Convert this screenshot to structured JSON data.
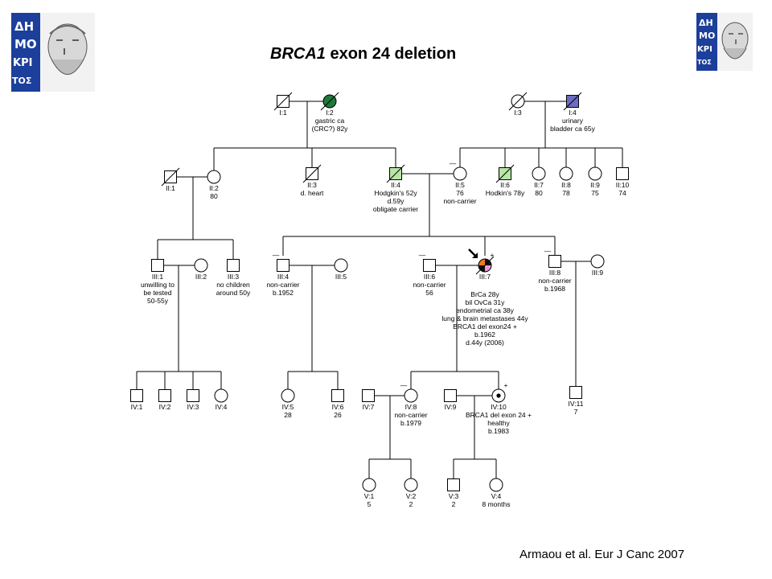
{
  "title": {
    "gene": "BRCA1",
    "rest": " exon 24 deletion"
  },
  "citation": "Armaou et al. Eur J Canc 2007",
  "logos": [
    {
      "name": "institute-logo-left",
      "letters": [
        "ΔΗ",
        "ΜΟ",
        "ΚΡΙ",
        "ΤΟΣ"
      ]
    },
    {
      "name": "institute-logo-right",
      "letters": [
        "ΔΗ",
        "ΜΟ",
        "ΚΡΙ",
        "ΤΟΣ"
      ]
    }
  ],
  "colors": {
    "gastric": "#1f7a3a",
    "urinary": "#6c6cc0",
    "hodgkin": "#b7e6a5",
    "orange": "#f07b1a",
    "pink": "#e79ad6",
    "dark": "#111111",
    "logo_blue": "#1b3f9a"
  },
  "people": {
    "I1": {
      "id": "I:1",
      "notes": []
    },
    "I2": {
      "id": "I:2",
      "notes": [
        "gastric ca",
        "(CRC?) 82y"
      ]
    },
    "I3": {
      "id": "I:3",
      "notes": []
    },
    "I4": {
      "id": "I:4",
      "notes": [
        "urinary",
        "bladder ca 65y"
      ]
    },
    "II1": {
      "id": "II:1",
      "notes": []
    },
    "II2": {
      "id": "II:2",
      "notes": [
        "80"
      ]
    },
    "II3": {
      "id": "II:3",
      "notes": [
        "d. heart"
      ]
    },
    "II4": {
      "id": "II:4",
      "notes": [
        "Hodgkin's 52y",
        "d.59y",
        "obligate carrier"
      ]
    },
    "II5": {
      "id": "II:5",
      "notes": [
        "76",
        "non-carrier"
      ],
      "sign": "—"
    },
    "II6": {
      "id": "II:6",
      "notes": [
        "Hodkin's 78y"
      ]
    },
    "II7": {
      "id": "II:7",
      "notes": [
        "80"
      ]
    },
    "II8": {
      "id": "II:8",
      "notes": [
        "78"
      ]
    },
    "II9": {
      "id": "II:9",
      "notes": [
        "75"
      ]
    },
    "II10": {
      "id": "II:10",
      "notes": [
        "74"
      ]
    },
    "III1": {
      "id": "III:1",
      "notes": [
        "unwilling to",
        "be tested",
        "50-55y"
      ]
    },
    "III2": {
      "id": "III:2",
      "notes": []
    },
    "III3": {
      "id": "III:3",
      "notes": [
        "no children",
        "around 50y"
      ]
    },
    "III4": {
      "id": "III:4",
      "notes": [
        "non-carrier",
        "b.1952"
      ],
      "sign": "—"
    },
    "III5": {
      "id": "III:5",
      "notes": []
    },
    "III6": {
      "id": "III:6",
      "notes": [
        "non-carrier",
        "56"
      ],
      "sign": "—"
    },
    "III7": {
      "id": "III:7",
      "notes": [
        "BrCa 28y",
        "bil OvCa 31y",
        "endometrial ca 38y",
        "lung & brain metastases 44y",
        "BRCA1 del exon24 +",
        "b.1962",
        "d.44y (2006)"
      ],
      "sign": "+"
    },
    "III8": {
      "id": "III:8",
      "notes": [
        "non-carrier",
        "b.1968"
      ],
      "sign": "—"
    },
    "III9": {
      "id": "III:9",
      "notes": []
    },
    "IV1": {
      "id": "IV:1",
      "notes": []
    },
    "IV2": {
      "id": "IV:2",
      "notes": []
    },
    "IV3": {
      "id": "IV:3",
      "notes": []
    },
    "IV4": {
      "id": "IV:4",
      "notes": []
    },
    "IV5": {
      "id": "IV:5",
      "notes": [
        "28"
      ]
    },
    "IV6": {
      "id": "IV:6",
      "notes": [
        "26"
      ]
    },
    "IV7": {
      "id": "IV:7",
      "notes": []
    },
    "IV8": {
      "id": "IV:8",
      "notes": [
        "non-carrier",
        "b.1979"
      ],
      "sign": "—"
    },
    "IV9": {
      "id": "IV:9",
      "notes": []
    },
    "IV10": {
      "id": "IV:10",
      "notes": [
        "BRCA1 del exon 24 +",
        "healthy",
        "b.1983"
      ],
      "sign": "+"
    },
    "IV11": {
      "id": "IV:11",
      "notes": [
        "7"
      ]
    },
    "V1": {
      "id": "V:1",
      "notes": [
        "5"
      ]
    },
    "V2": {
      "id": "V:2",
      "notes": [
        "2"
      ]
    },
    "V3": {
      "id": "V:3",
      "notes": [
        "2"
      ]
    },
    "V4": {
      "id": "V:4",
      "notes": [
        "8 months"
      ]
    }
  }
}
